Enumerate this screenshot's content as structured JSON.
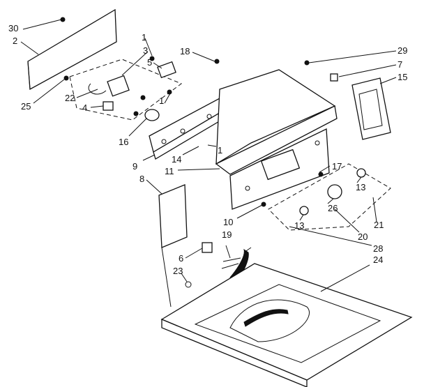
{
  "diagram": {
    "callouts": [
      {
        "key": "c30",
        "text": "30"
      },
      {
        "key": "c2",
        "text": "2"
      },
      {
        "key": "c1a",
        "text": "1"
      },
      {
        "key": "c3",
        "text": "3"
      },
      {
        "key": "c5",
        "text": "5"
      },
      {
        "key": "c18",
        "text": "18"
      },
      {
        "key": "c22",
        "text": "22"
      },
      {
        "key": "c25",
        "text": "25"
      },
      {
        "key": "c4",
        "text": "4"
      },
      {
        "key": "c1b",
        "text": "1"
      },
      {
        "key": "c16",
        "text": "16"
      },
      {
        "key": "c14",
        "text": "14"
      },
      {
        "key": "c1c",
        "text": "1"
      },
      {
        "key": "c9",
        "text": "9"
      },
      {
        "key": "c11",
        "text": "11"
      },
      {
        "key": "c8",
        "text": "8"
      },
      {
        "key": "c29",
        "text": "29"
      },
      {
        "key": "c7",
        "text": "7"
      },
      {
        "key": "c15",
        "text": "15"
      },
      {
        "key": "c17",
        "text": "17"
      },
      {
        "key": "c13a",
        "text": "13"
      },
      {
        "key": "c26",
        "text": "26"
      },
      {
        "key": "c10",
        "text": "10"
      },
      {
        "key": "c13b",
        "text": "13"
      },
      {
        "key": "c21",
        "text": "21"
      },
      {
        "key": "c20",
        "text": "20"
      },
      {
        "key": "c28",
        "text": "28"
      },
      {
        "key": "c19",
        "text": "19"
      },
      {
        "key": "c6",
        "text": "6"
      },
      {
        "key": "c23",
        "text": "23"
      },
      {
        "key": "c24",
        "text": "24"
      }
    ]
  }
}
